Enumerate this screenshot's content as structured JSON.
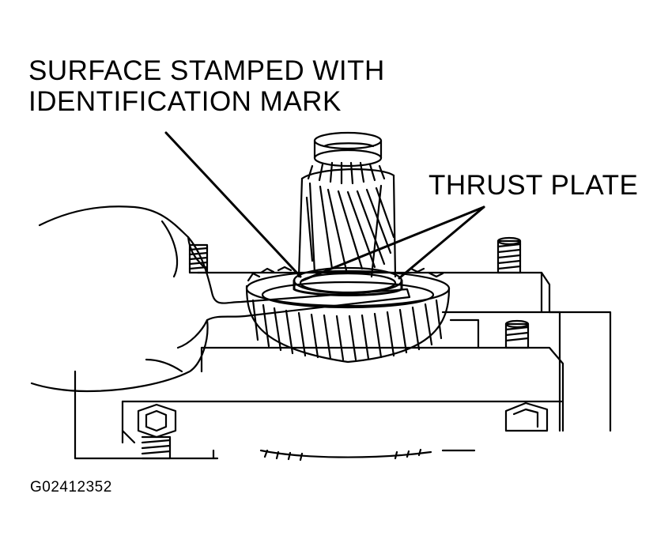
{
  "labels": {
    "surface_line1": "SURFACE STAMPED WITH",
    "surface_line2": "IDENTIFICATION MARK",
    "thrust_plate": "THRUST PLATE"
  },
  "figure_id": "G02412352",
  "colors": {
    "ink": "#000000",
    "paper": "#ffffff"
  }
}
